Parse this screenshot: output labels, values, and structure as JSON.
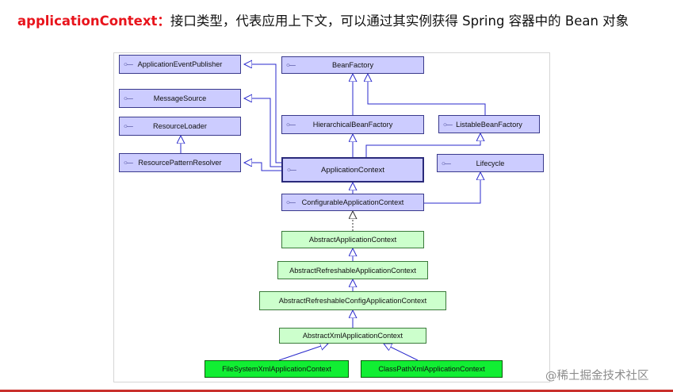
{
  "title": {
    "keyword": "applicationContext：",
    "text": "接口类型，代表应用上下文，可以通过其实例获得 Spring 容器中的 Bean 对象"
  },
  "diagram": {
    "interface_glyph": "○—",
    "nodes": {
      "application_event_publisher": "ApplicationEventPublisher",
      "bean_factory": "BeanFactory",
      "message_source": "MessageSource",
      "resource_loader": "ResourceLoader",
      "hierarchical_bean_factory": "HierarchicalBeanFactory",
      "listable_bean_factory": "ListableBeanFactory",
      "resource_pattern_resolver": "ResourcePatternResolver",
      "application_context": "ApplicationContext",
      "lifecycle": "Lifecycle",
      "configurable_application_context": "ConfigurableApplicationContext",
      "abstract_application_context": "AbstractApplicationContext",
      "abstract_refreshable_application_context": "AbstractRefreshableApplicationContext",
      "abstract_refreshable_config_application_context": "AbstractRefreshableConfigApplicationContext",
      "abstract_xml_application_context": "AbstractXmlApplicationContext",
      "file_system_xml_application_context": "FileSystemXmlApplicationContext",
      "class_path_xml_application_context": "ClassPathXmlApplicationContext"
    },
    "colors": {
      "interface_fill": "#ccccff",
      "abstract_fill": "#ccffcc",
      "concrete_fill": "#11ee33",
      "connector": "#2a2acc",
      "realization": "#333333"
    }
  },
  "watermark": "@稀土掘金技术社区"
}
